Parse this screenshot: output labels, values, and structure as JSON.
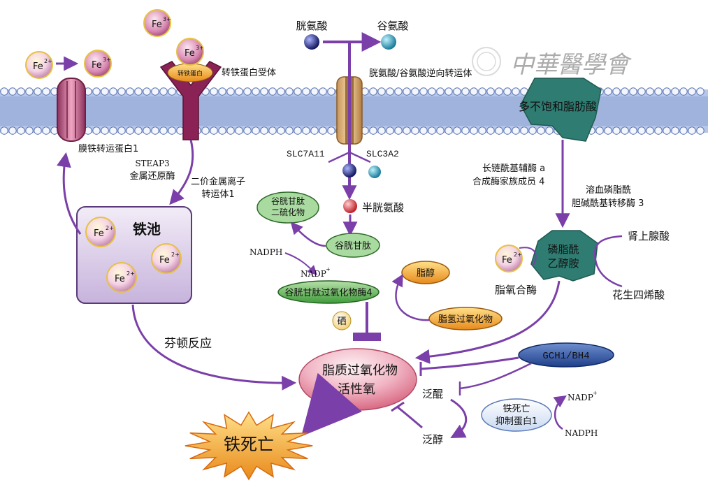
{
  "membrane": {
    "ferroportin": "膜铁转运蛋白1",
    "transferrin_receptor": "转铁蛋白受体",
    "transferrin": "转铁蛋白",
    "antiporter": "胱氨酸/谷氨酸逆向转运体",
    "slc7a11": "SLC7A11",
    "slc3a2": "SLC3A2",
    "pufa": "多不饱和脂肪酸"
  },
  "ions": {
    "fe2": "Fe",
    "fe3": "Fe",
    "fe2_sup": "2+",
    "fe3_sup": "3+"
  },
  "amino": {
    "cystine": "胱氨酸",
    "glutamate": "谷氨酸",
    "cysteine": "半胱氨酸"
  },
  "iron": {
    "steap3_line1": "STEAP3",
    "steap3_line2": "金属还原酶",
    "dmt1_line1": "二价金属离子",
    "dmt1_line2": "转运体1",
    "pool": "铁池",
    "fenton": "芬顿反应"
  },
  "gsh": {
    "gssg_line1": "谷胱甘肽",
    "gssg_line2": "二硫化物",
    "gsh": "谷胱甘肽",
    "nadph": "NADPH",
    "nadp": "NADP",
    "nadp_sup": "+",
    "gpx4": "谷胱甘肽过氧化物酶4",
    "selenium": "硒",
    "lipid_alcohol": "脂醇",
    "lipid_hydroperoxide": "脂氢过氧化物"
  },
  "lipid": {
    "acsl4_line1": "长链酰基辅酶 a",
    "acsl4_line2": "合成酶家族成员 4",
    "lpcat3_line1": "溶血磷脂酰",
    "lpcat3_line2": "胆碱酰基转移酶 3",
    "pe_line1": "磷脂酰",
    "pe_line2": "乙醇胺",
    "adrenic": "肾上腺酸",
    "arachidonic": "花生四烯酸",
    "lox": "脂氧合酶"
  },
  "center": {
    "ros_line1": "脂质过氧化物",
    "ros_line2": "活性氧",
    "death": "铁死亡"
  },
  "fsp1": {
    "gch1": "GCH1/BH4",
    "ubiquinone": "泛醌",
    "ubiquinol": "泛醇",
    "fsp1_line1": "铁死亡",
    "fsp1_line2": "抑制蛋白1",
    "nadp": "NADP",
    "nadp_sup": "+",
    "nadph": "NADPH"
  },
  "watermark": "中華醫學會",
  "colors": {
    "arrow": "#7a3fa8",
    "membrane": "#9fb3dc",
    "membrane_head": "#f3f6ff",
    "pufa": "#2f7c72",
    "ros": "#d96a84",
    "death": "#f08030"
  }
}
